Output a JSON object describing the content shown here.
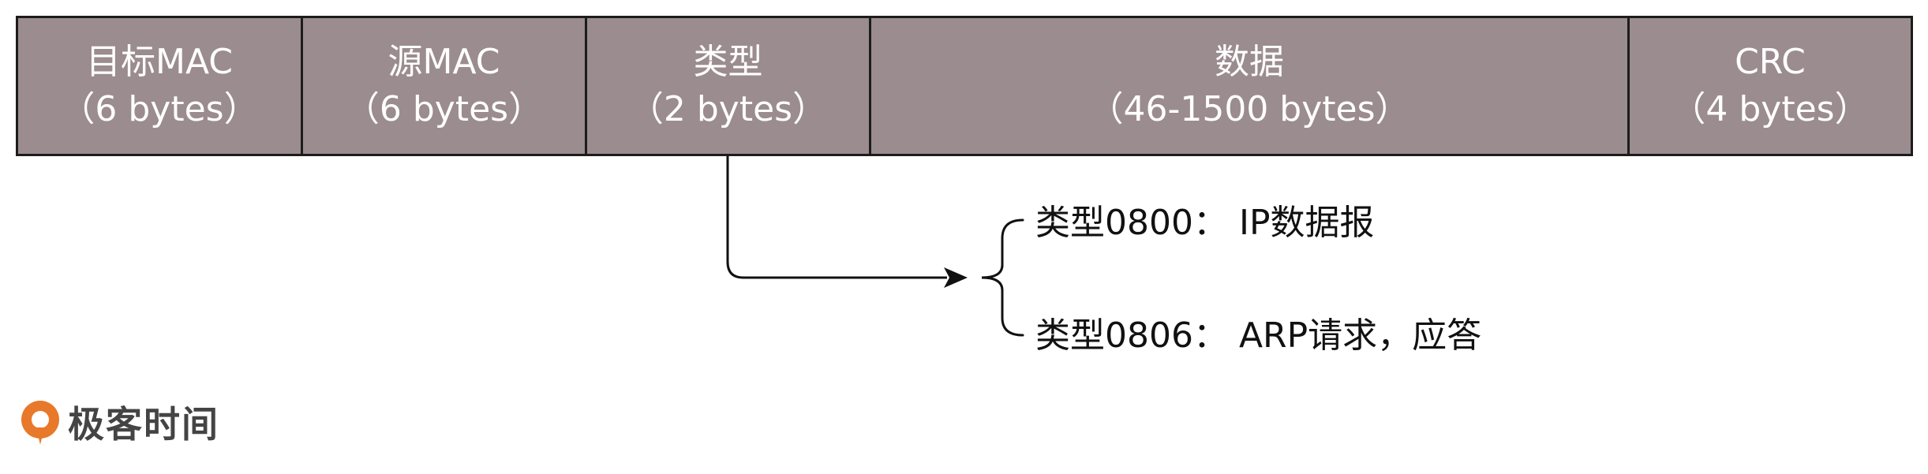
{
  "frame": {
    "fields": [
      {
        "name": "目标MAC",
        "size": "（6 bytes）"
      },
      {
        "name": "源MAC",
        "size": "（6 bytes）"
      },
      {
        "name": "类型",
        "size": "（2 bytes）"
      },
      {
        "name": "数据",
        "size": "（46-1500 bytes）"
      },
      {
        "name": "CRC",
        "size": "（4 bytes）"
      }
    ]
  },
  "type_values": [
    "类型0800：  IP数据报",
    "类型0806：  ARP请求，应答"
  ],
  "brand": {
    "text": "极客时间",
    "icon": "geektime-logo-icon",
    "color": "#e8782a"
  }
}
